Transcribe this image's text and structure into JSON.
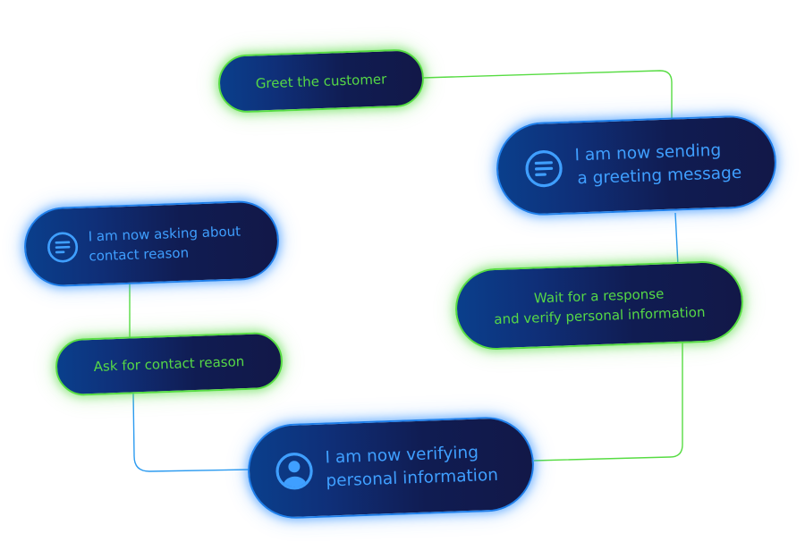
{
  "colors": {
    "green_accent": "#56d846",
    "blue_accent": "#3f9fff",
    "pill_dark": "#121848",
    "pill_light": "#0a3f8c",
    "connector_green": "#57dc43",
    "connector_blue": "#2c9bf0"
  },
  "nodes": {
    "greet": {
      "line1": "Greet the customer",
      "icon": null
    },
    "sending_greeting": {
      "line1": "I am now sending",
      "line2": "a greeting message",
      "icon": "message-lines-icon"
    },
    "wait_response": {
      "line1": "Wait for a response",
      "line2": "and verify personal information",
      "icon": null
    },
    "verifying": {
      "line1": "I am now verifying",
      "line2": "personal information",
      "icon": "user-icon"
    },
    "ask_reason": {
      "line1": "Ask for contact reason",
      "icon": null
    },
    "asking_reason": {
      "line1": "I am now asking about",
      "line2": "contact reason",
      "icon": "message-lines-icon"
    }
  }
}
